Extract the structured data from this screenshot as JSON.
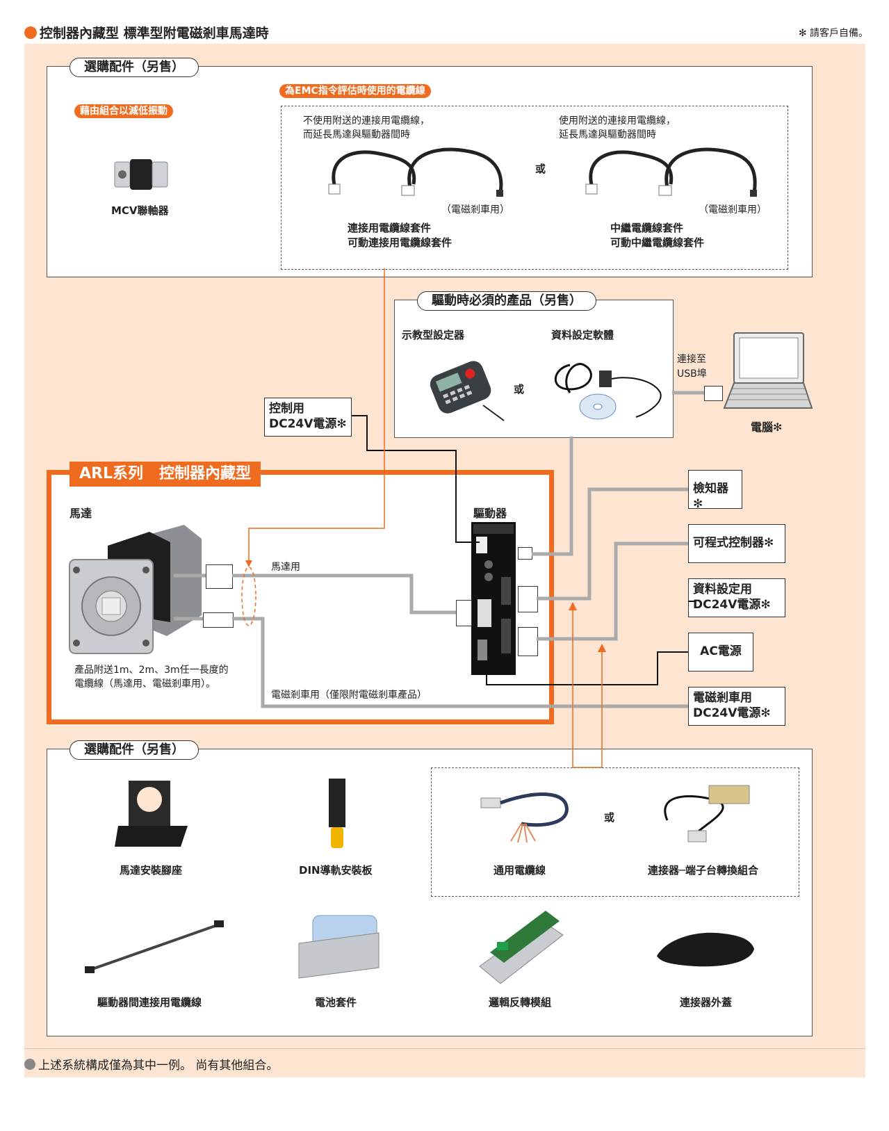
{
  "header": {
    "title": "控制器內藏型  標準型附電磁剎車馬達時",
    "note": "✻ 請客戶自備。"
  },
  "top_accessories": {
    "pill": "選購配件（另售）",
    "vibration_badge": "藉由組合以減低振動",
    "coupling_label": "MCV聯軸器",
    "emc_badge": "為EMC指令評估時使用的電纜線",
    "left_desc_1": "不使用附送的連接用電纜線，",
    "left_desc_2": "而延長馬達與驅動器間時",
    "left_brake": "（電磁剎車用）",
    "left_name_1": "連接用電纜線套件",
    "left_name_2": "可動連接用電纜線套件",
    "or": "或",
    "right_desc_1": "使用附送的連接用電纜線，",
    "right_desc_2": "延長馬達與驅動器間時",
    "right_brake": "（電磁剎車用）",
    "right_name_1": "中繼電纜線套件",
    "right_name_2": "可動中繼電纜線套件"
  },
  "required": {
    "pill": "驅動時必須的產品（另售）",
    "teach_label": "示教型設定器",
    "software_label": "資料設定軟體",
    "or": "或",
    "usb_1": "連接至",
    "usb_2": "USB埠",
    "pc_label": "電腦✻"
  },
  "control_power": {
    "line1": "控制用",
    "line2": "DC24V電源✻"
  },
  "arl": {
    "tab_1": "ARL系列",
    "tab_2": "控制器內藏型",
    "motor_label": "馬達",
    "driver_label": "驅動器",
    "motor_line": "馬達用",
    "brake_line": "電磁剎車用（僅限附電磁剎車產品）",
    "desc_1": "產品附送1m、2m、3m任一長度的",
    "desc_2": "電纜線（馬達用、電磁剎車用）。"
  },
  "devices": {
    "sensor": "檢知器✻",
    "plc": "可程式控制器✻",
    "data_power_1": "資料設定用",
    "data_power_2": "DC24V電源✻",
    "ac_power": "AC電源",
    "brake_power_1": "電磁剎車用",
    "brake_power_2": "DC24V電源✻"
  },
  "bottom_accessories": {
    "pill": "選購配件（另售）",
    "items": [
      "馬達安裝腳座",
      "DIN導軌安裝板",
      "通用電纜線",
      "連接器─端子台轉換組合",
      "驅動器間連接用電纜線",
      "電池套件",
      "邏輯反轉模組",
      "連接器外蓋"
    ],
    "or": "或"
  },
  "footer": {
    "text": "上述系統構成僅為其中一例。 尚有其他組合。"
  },
  "colors": {
    "accent": "#ef6b1f",
    "background": "#fde5d2",
    "line_gray": "#aaaaaa"
  }
}
